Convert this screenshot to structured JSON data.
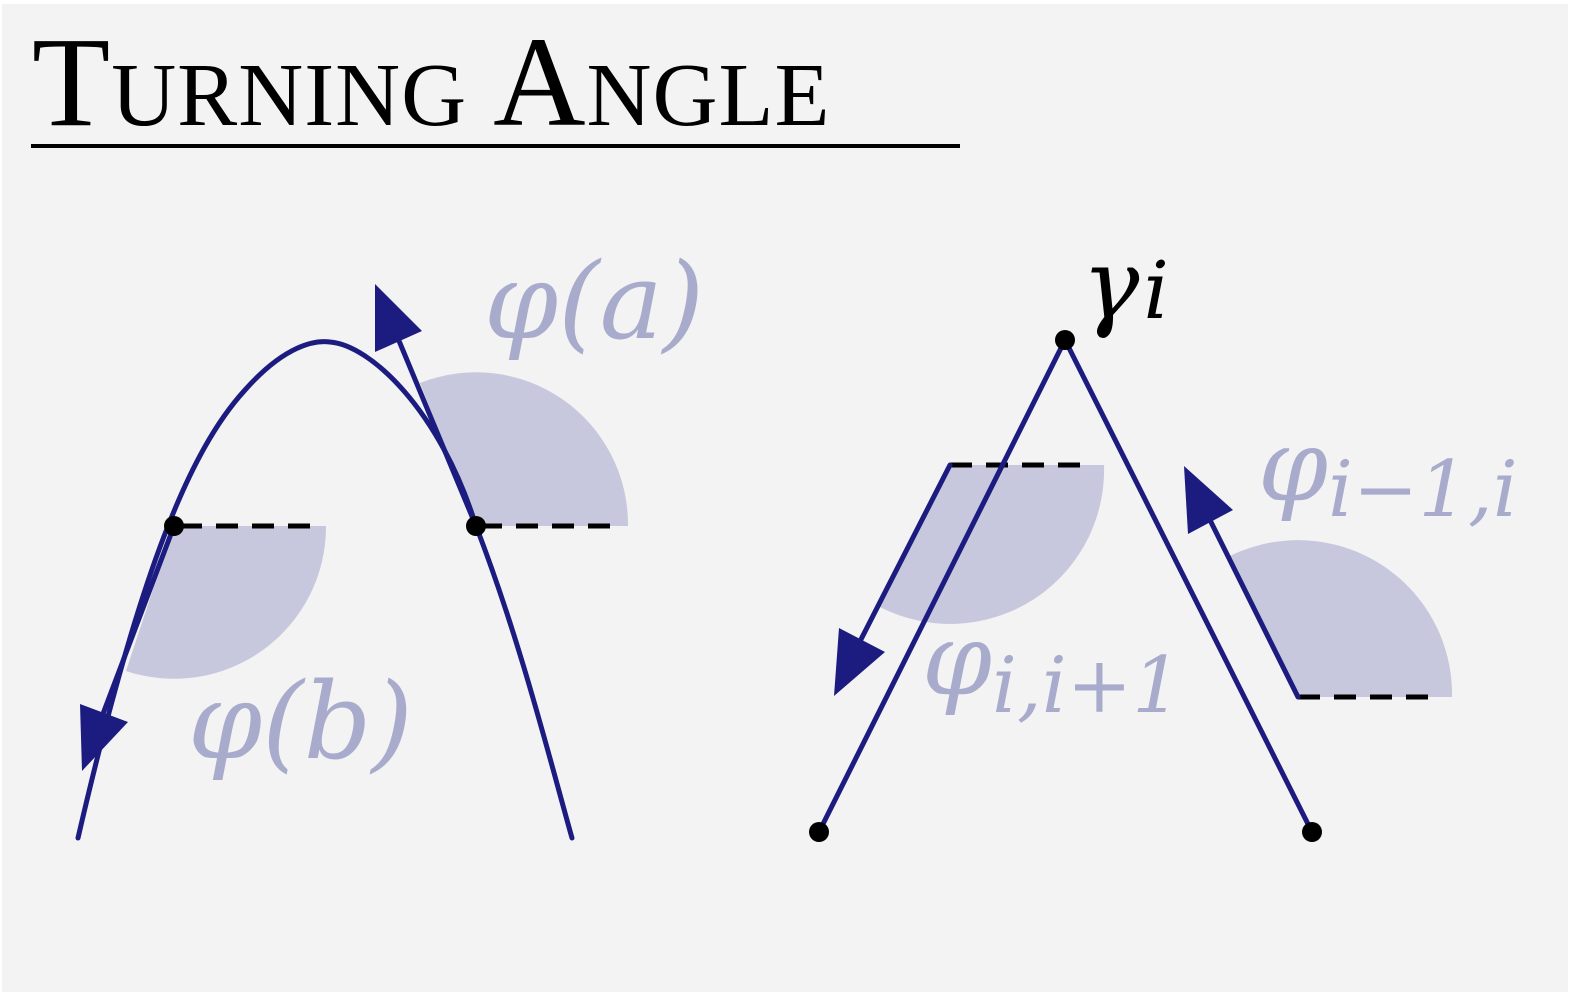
{
  "title": "Turning Angle",
  "colors": {
    "stroke": "#1c1c80",
    "wedge": "#c7c8dd",
    "label_light": "#a9abcc",
    "label_dark": "#000000",
    "background": "#f3f3f3"
  },
  "labels": {
    "phi_a": {
      "base": "φ(",
      "var": "a",
      "close": ")"
    },
    "phi_b": {
      "base": "φ(",
      "var": "b",
      "close": ")"
    },
    "gamma_i": {
      "base": "γ",
      "sub": "i"
    },
    "phi_i_prev": {
      "base": "φ",
      "sub": "i−1,i"
    },
    "phi_i_next": {
      "base": "φ",
      "sub": "i,i+1"
    }
  }
}
